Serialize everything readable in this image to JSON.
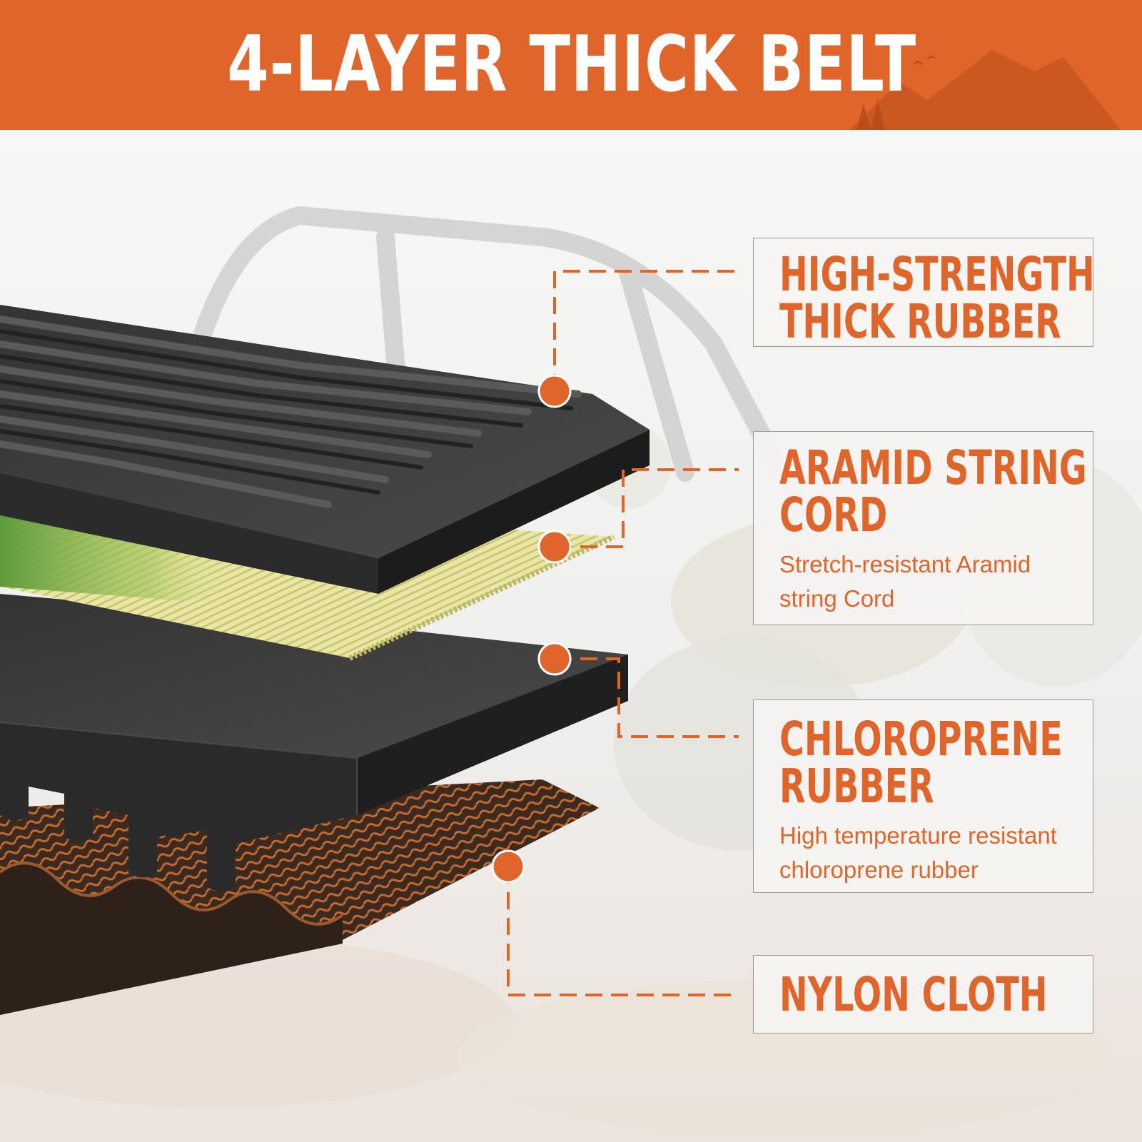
{
  "header": {
    "title": "4-LAYER THICK BELT"
  },
  "theme": {
    "accent": "#e0652a",
    "background": "#f1efec",
    "rubber": "#3c3c3c",
    "aramid": "#e6e29a",
    "nylon": "#6b3b22"
  },
  "layers": [
    {
      "title_line1": "HIGH-STRENGTH",
      "title_line2": "THICK RUBBER",
      "description_line1": "",
      "description_line2": ""
    },
    {
      "title_line1": "ARAMID STRING",
      "title_line2": "CORD",
      "description_line1": "Stretch-resistant Aramid",
      "description_line2": "string Cord"
    },
    {
      "title_line1": "CHLOROPRENE",
      "title_line2": "RUBBER",
      "description_line1": "High temperature resistant",
      "description_line2": "chloroprene rubber"
    },
    {
      "title_line1": "NYLON CLOTH",
      "title_line2": "",
      "description_line1": "",
      "description_line2": ""
    }
  ]
}
